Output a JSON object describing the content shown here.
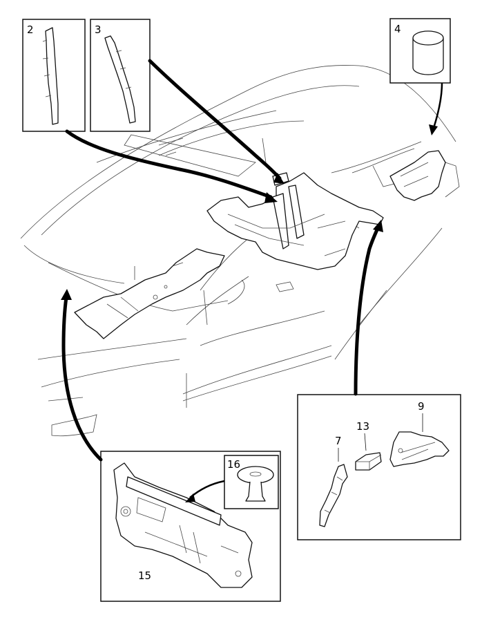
{
  "callouts": {
    "c2": "2",
    "c3": "3",
    "c4": "4",
    "c7": "7",
    "c9": "9",
    "c13": "13",
    "c15": "15",
    "c16": "16"
  },
  "colors": {
    "line": "#111111",
    "background": "#ffffff"
  }
}
